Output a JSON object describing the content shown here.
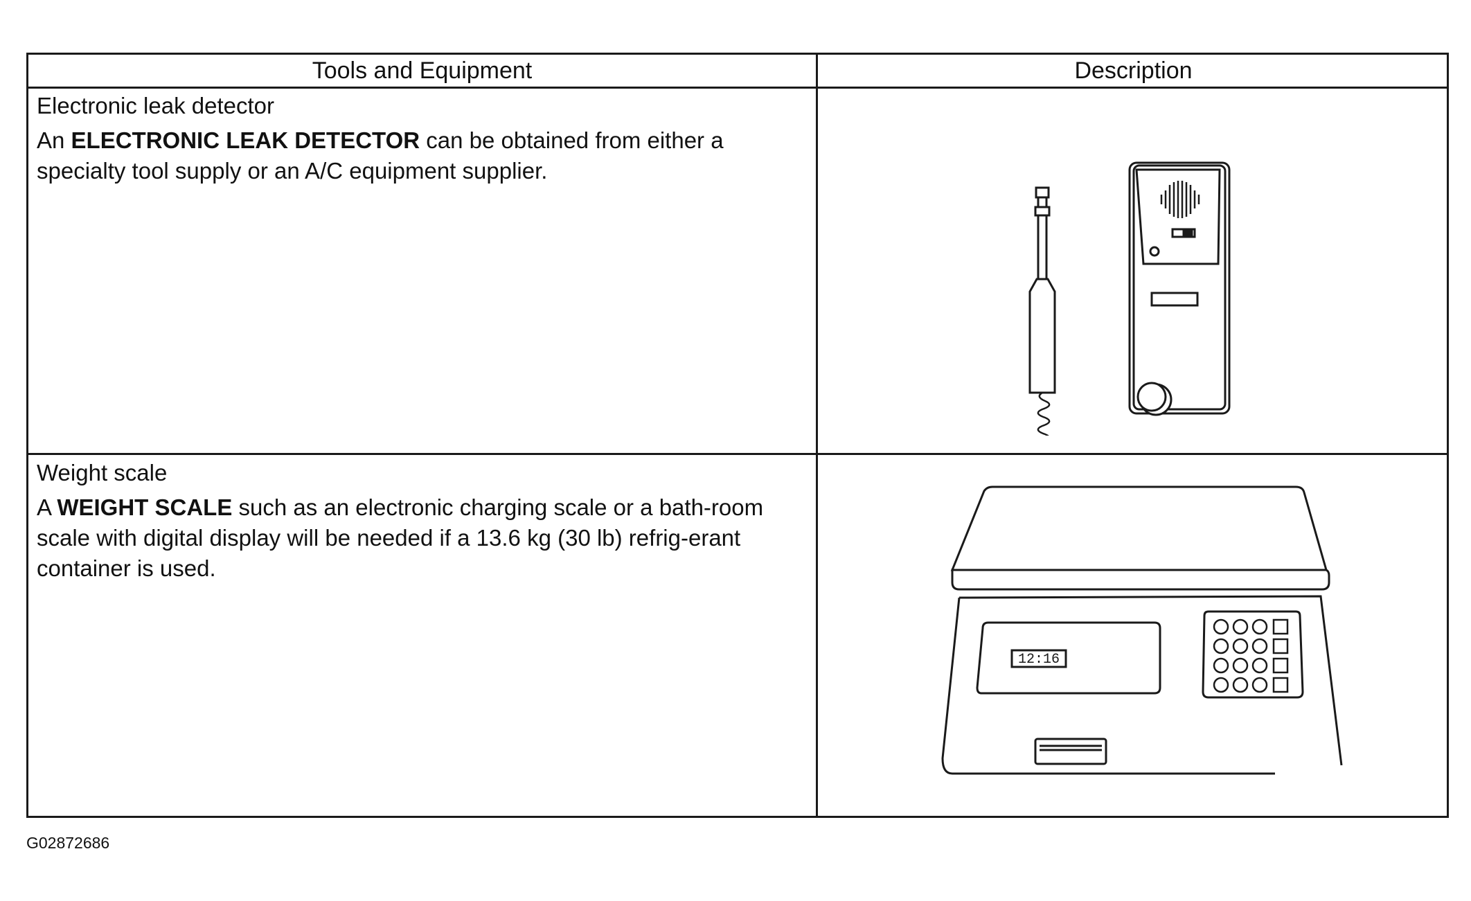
{
  "table": {
    "header": {
      "col1": "Tools and Equipment",
      "col2": "Description"
    },
    "rows": [
      {
        "title": "Electronic leak detector",
        "text_prefix": "An ",
        "text_bold": "ELECTRONIC LEAK DETECTOR",
        "text_suffix": " can be obtained from either a specialty tool supply or an A/C equipment supplier.",
        "illustration_icon": "leak-detector-icon"
      },
      {
        "title": "Weight scale",
        "text_prefix": "A ",
        "text_bold": "WEIGHT SCALE",
        "text_suffix": " such as an electronic charging scale or a bath-room scale with digital display will be needed if a 13.6 kg (30 lb) refrig-erant container is used.",
        "illustration_icon": "weight-scale-icon",
        "display_readout": "12:16"
      }
    ]
  },
  "figure_id": "G02872686"
}
